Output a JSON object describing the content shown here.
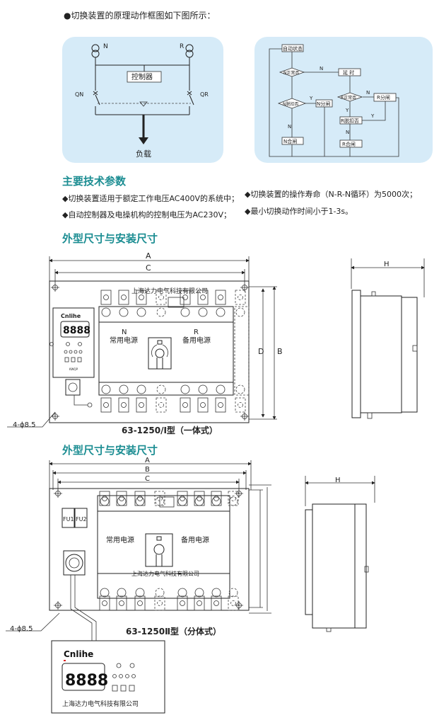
{
  "intro": "●切换装置的原理动作框图如下图所示：",
  "principle": {
    "n": "N",
    "r": "R",
    "controller": "控制器",
    "qn": "QN",
    "qr": "QR",
    "load": "负载"
  },
  "flowchart": {
    "auto": "自动状态",
    "n_ok": "N正常否",
    "delay": "延 时",
    "n_trip": "N脱扣否",
    "n_open": "N分闸",
    "r_ok": "R正常否",
    "r_open": "R分闸",
    "r_trip": "R脱扣否",
    "n_close": "N合闸",
    "r_close": "R合闸",
    "y": "Y",
    "n": "N"
  },
  "specs": {
    "heading": "主要技术参数",
    "items": [
      "◆切换装置适用于额定工作电压AC400V的系统中；",
      "◆切换装置的操作寿命（N-R-N循环）为5000次；",
      "◆自动控制器及电操机构的控制电压为AC230V；",
      "◆最小切换动作时间小于1-3s。"
    ]
  },
  "drawing1": {
    "heading": "外型尺寸与安装尺寸",
    "company": "上海达力电气科技有限公司",
    "brand": "Cnlihe",
    "display": "8888",
    "model_small": "KWQP",
    "n_label": "N",
    "n_text": "常用电源",
    "r_label": "R",
    "r_text": "备用电源",
    "dims": {
      "a": "A",
      "c": "C",
      "d": "D",
      "b": "B",
      "h": "H"
    },
    "holes": "4-ϕ8.5",
    "caption": "63-1250/Ⅰ型（一体式）"
  },
  "drawing2": {
    "heading": "外型尺寸与安装尺寸",
    "fu1": "FU1",
    "fu2": "FU2",
    "n_text": "常用电源",
    "r_text": "备用电源",
    "company": "上海达力电气科技有限公司",
    "dims": {
      "a": "A",
      "b": "B",
      "c": "C",
      "h": "H"
    },
    "holes": "4-ϕ8.5",
    "caption": "63-1250Ⅱ型（分体式）",
    "controller": {
      "brand": "Cnlihe",
      "display": "8888",
      "company": "上海达力电气科技有限公司"
    }
  }
}
